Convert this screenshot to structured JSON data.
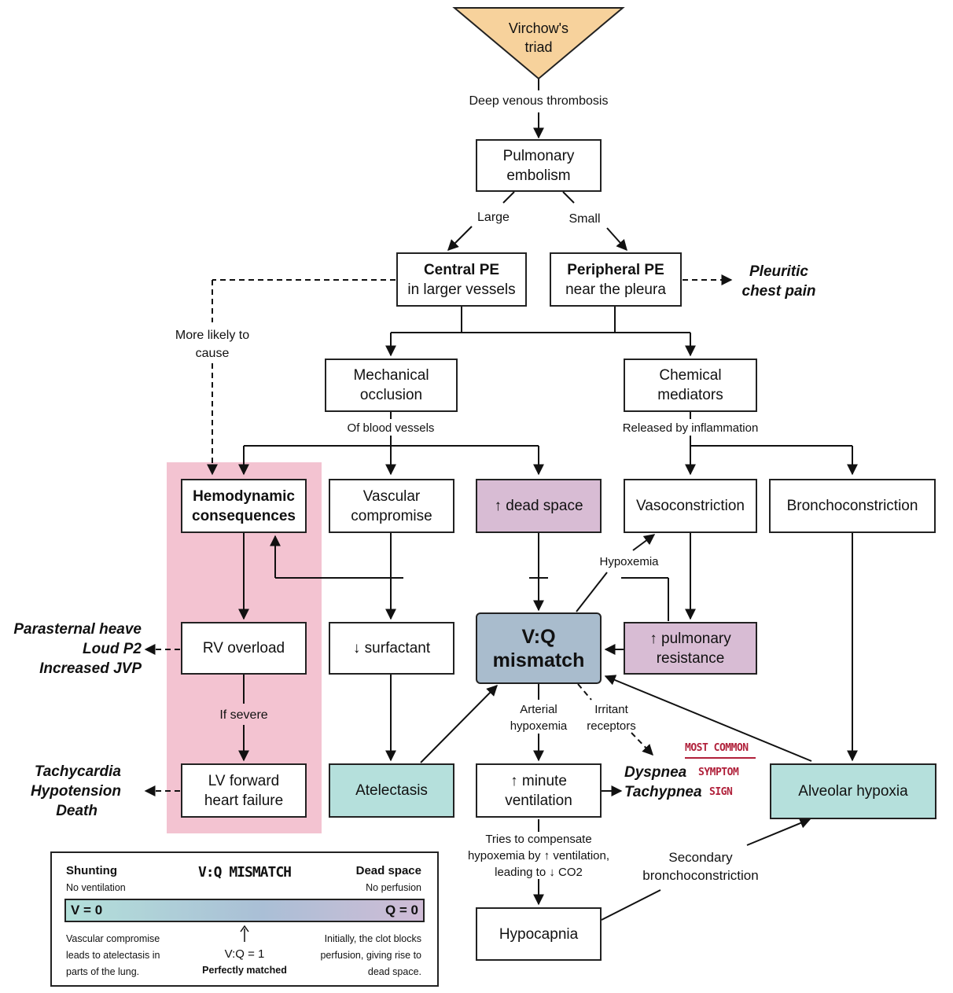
{
  "triad": {
    "line1": "Virchow's",
    "line2": "triad"
  },
  "labels": {
    "dvt": "Deep venous thrombosis",
    "large": "Large",
    "small": "Small",
    "more_likely_1": "More likely to",
    "more_likely_2": "cause",
    "of_blood_vessels": "Of blood vessels",
    "released": "Released by inflammation",
    "hypoxemia": "Hypoxemia",
    "if_severe": "If severe",
    "arterial_1": "Arterial",
    "arterial_2": "hypoxemia",
    "irritant_1": "Irritant",
    "irritant_2": "receptors",
    "tries_1": "Tries to compensate",
    "tries_2": "hypoxemia by ↑ ventilation,",
    "tries_3": "leading to ↓ CO2",
    "secondary_1": "Secondary",
    "secondary_2": "bronchoconstriction"
  },
  "boxes": {
    "pe": {
      "l1": "Pulmonary",
      "l2": "embolism"
    },
    "central": {
      "l1": "Central PE",
      "l2": "in larger vessels"
    },
    "peripheral": {
      "l1": "Peripheral PE",
      "l2": "near the pleura"
    },
    "mechanical": {
      "l1": "Mechanical",
      "l2": "occlusion"
    },
    "chemical": {
      "l1": "Chemical",
      "l2": "mediators"
    },
    "hemodynamic": {
      "l1": "Hemodynamic",
      "l2": "consequences"
    },
    "vascular": {
      "l1": "Vascular",
      "l2": "compromise"
    },
    "dead_space": "↑ dead space",
    "vasoconstriction": "Vasoconstriction",
    "bronchoconstriction": "Bronchoconstriction",
    "rv_overload": "RV overload",
    "surfactant": "↓ surfactant",
    "vq": {
      "l1": "V:Q",
      "l2": "mismatch"
    },
    "pulm_resistance": {
      "l1": "↑ pulmonary",
      "l2": "resistance"
    },
    "lv_failure": {
      "l1": "LV forward",
      "l2": "heart failure"
    },
    "atelectasis": "Atelectasis",
    "minute_vent": {
      "l1": "↑ minute",
      "l2": "ventilation"
    },
    "alveolar_hypoxia": "Alveolar hypoxia",
    "hypocapnia": "Hypocapnia"
  },
  "outcomes": {
    "pleuritic_1": "Pleuritic",
    "pleuritic_2": "chest pain",
    "rv_signs": [
      "Parasternal heave",
      "Loud P2",
      "Increased JVP"
    ],
    "lv_signs": [
      "Tachycardia",
      "Hypotension",
      "Death"
    ],
    "dyspnea": "Dyspnea",
    "tachypnea": "Tachypnea",
    "most_common": "MOST COMMON",
    "symptom": "SYMPTOM",
    "sign": "SIGN"
  },
  "legend": {
    "title": "V:Q MISMATCH",
    "left_title": "Shunting",
    "left_sub": "No ventilation",
    "right_title": "Dead space",
    "right_sub": "No perfusion",
    "bar_left": "V = 0",
    "bar_right": "Q = 0",
    "left_note": [
      "Vascular compromise",
      "leads to atelectasis in",
      "parts of the lung."
    ],
    "middle_value": "V:Q = 1",
    "middle_note": "Perfectly matched",
    "right_note": [
      "Initially, the clot blocks",
      "perfusion, giving rise to",
      "dead space."
    ]
  },
  "colors": {
    "triad_fill": "#f7d29c",
    "pink_box": "#d8bcd4",
    "teal_box": "#b5e0dc",
    "vq_box": "#a9bccd",
    "hemo_panel": "#f3c3d1",
    "accent_red": "#b0203a"
  }
}
